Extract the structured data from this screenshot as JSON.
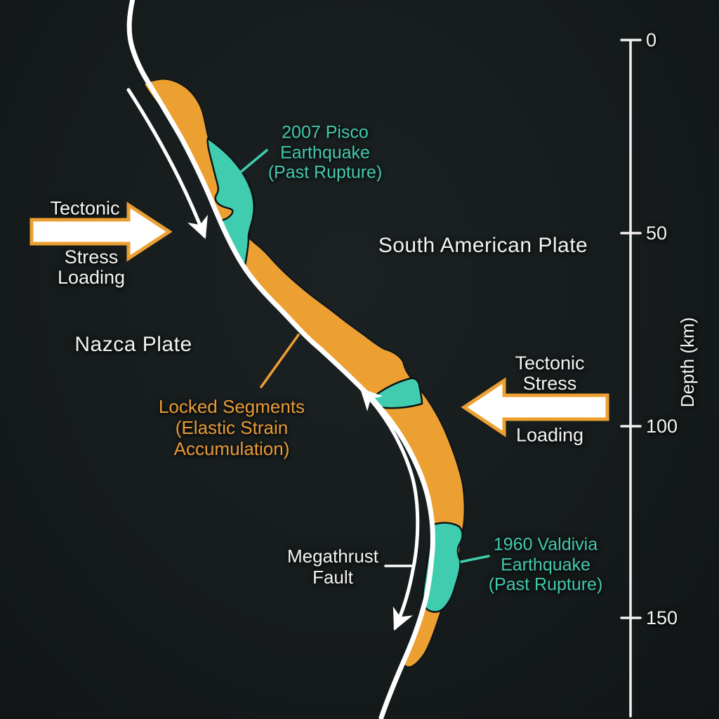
{
  "plates": {
    "left": "Nazca Plate",
    "right": "South American Plate"
  },
  "annotations": {
    "pisco": {
      "lines": [
        "2007 Pisco",
        "Earthquake",
        "(Past Rupture)"
      ]
    },
    "valdivia": {
      "lines": [
        "1960 Valdivia",
        "Earthquake",
        "(Past Rupture)"
      ]
    },
    "locked": {
      "lines": [
        "Locked Segments",
        "(Elastic Strain",
        "Accumulation)"
      ]
    },
    "megathrust": {
      "lines": [
        "Megathrust",
        "Fault"
      ]
    },
    "stress_left": {
      "lines": [
        "Tectonic",
        "Stress",
        "Loading"
      ]
    },
    "stress_right": {
      "lines": [
        "Tectonic",
        "Stress",
        "Loading"
      ]
    }
  },
  "axis": {
    "label": "Depth (km)",
    "ticks": [
      "0",
      "50",
      "100",
      "150"
    ]
  },
  "colors": {
    "background": "#161b1c",
    "slab_orange": "#eda032",
    "rupture_teal": "#40cdaf",
    "teal_text": "#44c9ae",
    "orange_text": "#e89b36",
    "line_white": "#ffffff"
  }
}
